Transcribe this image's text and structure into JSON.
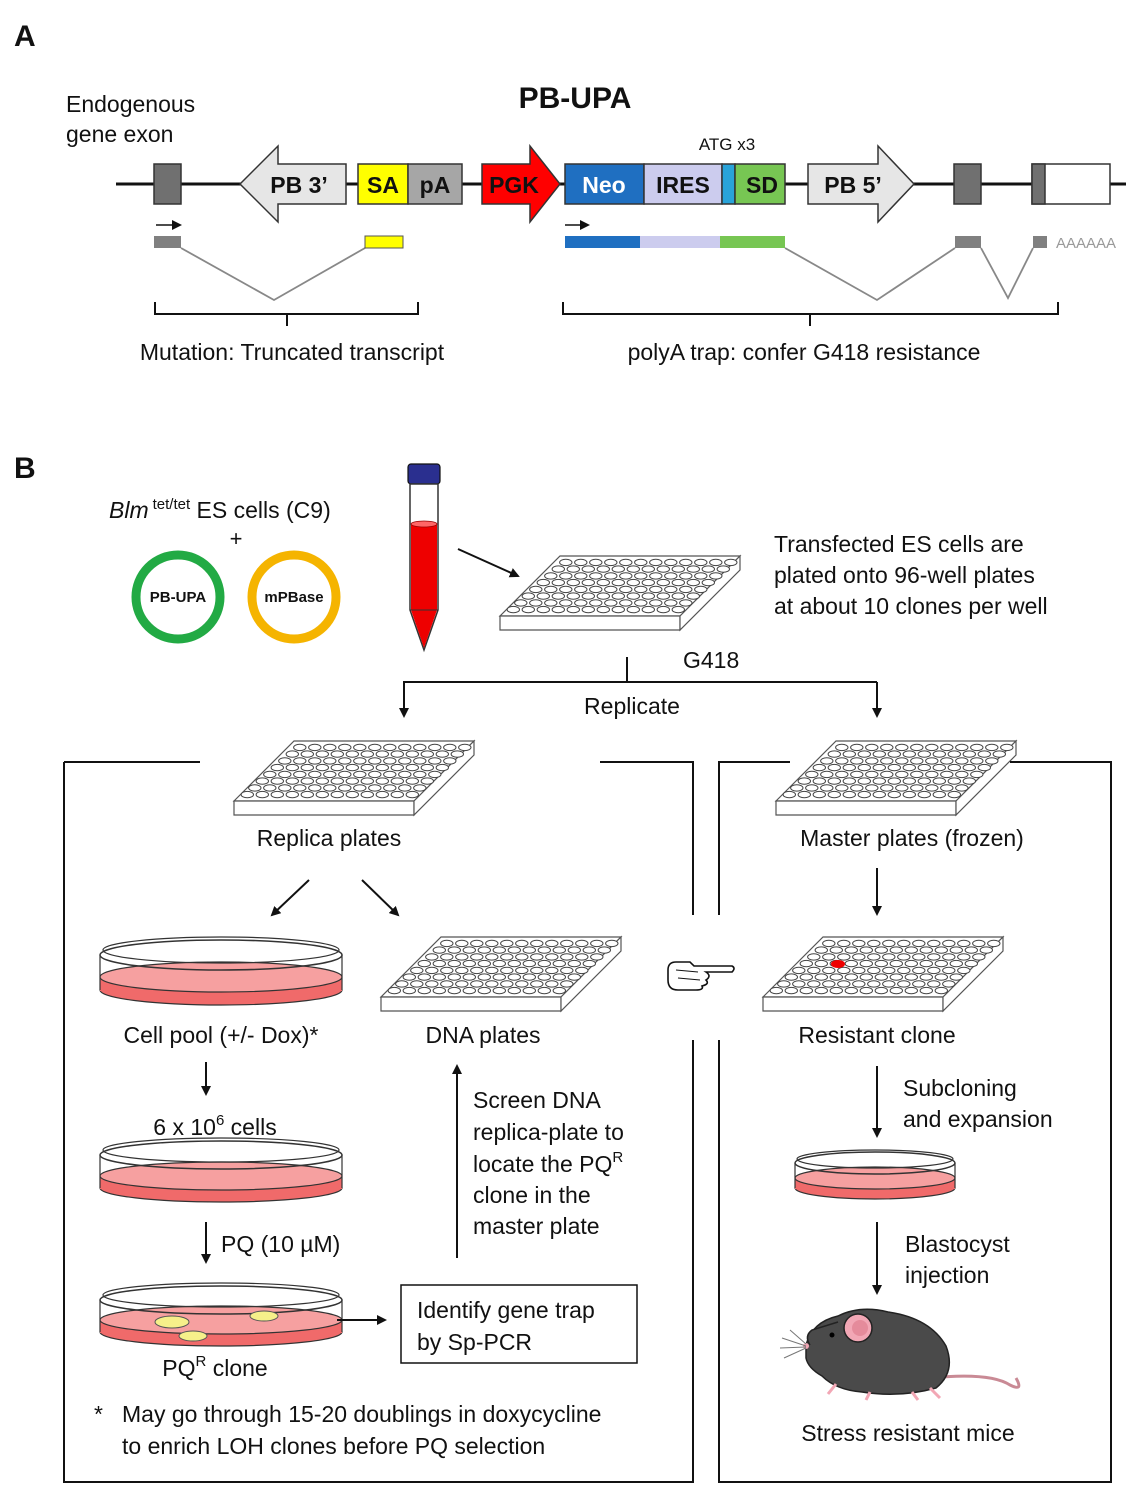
{
  "panel_a": {
    "letter": "A",
    "construct_title": "PB-UPA",
    "endogenous_label_line1": "Endogenous",
    "endogenous_label_line2": "gene exon",
    "atg_label": "ATG x3",
    "elements": {
      "pb3": "PB 3’",
      "sa": "SA",
      "pa": "pA",
      "pgk": "PGK",
      "neo": "Neo",
      "ires": "IRES",
      "sd": "SD",
      "pb5": "PB 5’"
    },
    "polya_tail": "AAAAAA",
    "mutation_caption": "Mutation: Truncated transcript",
    "trap_caption": "polyA trap: confer G418 resistance",
    "colors": {
      "exon_gray": "#707070",
      "sa_yellow": "#ffff00",
      "pa_gray": "#a6a6a6",
      "pgk_red": "#ff0000",
      "neo_blue": "#1f6fc1",
      "ires_lavender": "#ccccee",
      "sd_green": "#77c653",
      "pb_arrow_fill": "#e6e6e6"
    }
  },
  "panel_b": {
    "letter": "B",
    "cells_gene": "Blm",
    "cells_superscript": "tet/tet",
    "cells_rest": " ES cells (C9)",
    "plus": "+",
    "plasmid1": "PB-UPA",
    "plasmid2": "mPBase",
    "plating_text": [
      "Transfected ES cells are",
      "plated onto 96-well plates",
      "at about 10 clones per well"
    ],
    "g418": "G418",
    "replicate": "Replicate",
    "replica_plates": "Replica plates",
    "master_plates": "Master plates (frozen)",
    "cell_pool": "Cell pool (+/- Dox)*",
    "dna_plates": "DNA plates",
    "resistant_clone": "Resistant clone",
    "cells_count_prefix": "6 x 10",
    "cells_count_exp": "6",
    "cells_count_suffix": " cells",
    "pq_treatment": "PQ (10 µM)",
    "pqr_clone_prefix": "PQ",
    "pqr_clone_sup": "R",
    "pqr_clone_suffix": " clone",
    "screen_text": [
      "Screen DNA",
      "replica-plate to",
      "locate the PQ",
      "clone in the",
      "master plate"
    ],
    "screen_sup": "R",
    "identify_text": [
      "Identify gene trap",
      "by Sp-PCR"
    ],
    "subcloning": [
      "Subcloning",
      "and expansion"
    ],
    "blastocyst": [
      "Blastocyst",
      "injection"
    ],
    "mice": "Stress resistant mice",
    "footnote_star": "*",
    "footnote": [
      "May go through 15-20 doublings in doxycycline",
      "to enrich LOH clones before PQ selection"
    ],
    "colors": {
      "tube_red": "#ee0000",
      "cap_blue": "#2a2f8f",
      "ring_green": "#22aa44",
      "ring_orange": "#f5b400",
      "dish_pink": "#f06a6a",
      "colony_yellow": "#f6f08a",
      "mouse_gray": "#4a4a4a"
    }
  }
}
